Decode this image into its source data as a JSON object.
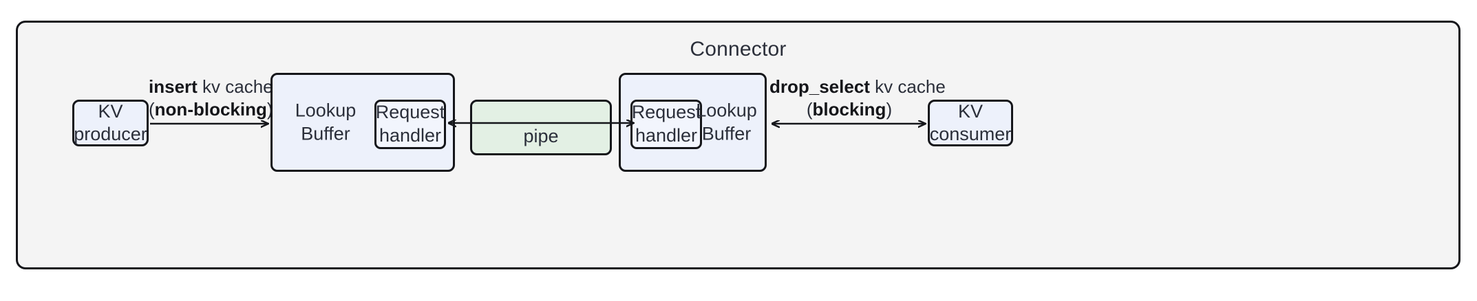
{
  "diagram": {
    "title": "Connector",
    "type": "flow-diagram",
    "colors": {
      "container_fill": "#f4f4f4",
      "node_fill": "#edf1fb",
      "inner_node_fill": "#f2f5fd",
      "pipe_fill": "#e3f0e4",
      "stroke": "#15161a",
      "text": "#2b2f3a"
    }
  },
  "nodes": {
    "kv_producer": {
      "line1": "KV",
      "line2": "producer"
    },
    "kv_consumer": {
      "line1": "KV",
      "line2": "consumer"
    },
    "lookup_buffer_left": {
      "line1": "Lookup",
      "line2": "Buffer"
    },
    "request_handler_left": {
      "line1": "Request",
      "line2": "handler"
    },
    "lookup_buffer_right": {
      "line1": "Lookup",
      "line2": "Buffer"
    },
    "request_handler_right": {
      "line1": "Request",
      "line2": "handler"
    },
    "pipe": {
      "label": "pipe"
    }
  },
  "edges": {
    "insert": {
      "line1_bold": "insert",
      "line1_rest": " kv cache",
      "line2_open": "(",
      "line2_bold": "non-blocking",
      "line2_close": ")",
      "direction": "right",
      "from": "KV producer",
      "to": "Lookup Buffer"
    },
    "pipe_link": {
      "direction": "bidirectional",
      "from": "Request handler (left)",
      "to": "Request handler (right)",
      "through": "pipe"
    },
    "drop_select": {
      "line1_bold": "drop_select",
      "line1_rest": " kv cache",
      "line2_open": "(",
      "line2_bold": "blocking",
      "line2_close": ")",
      "direction": "bidirectional",
      "from": "Lookup Buffer (right)",
      "to": "KV consumer"
    }
  }
}
